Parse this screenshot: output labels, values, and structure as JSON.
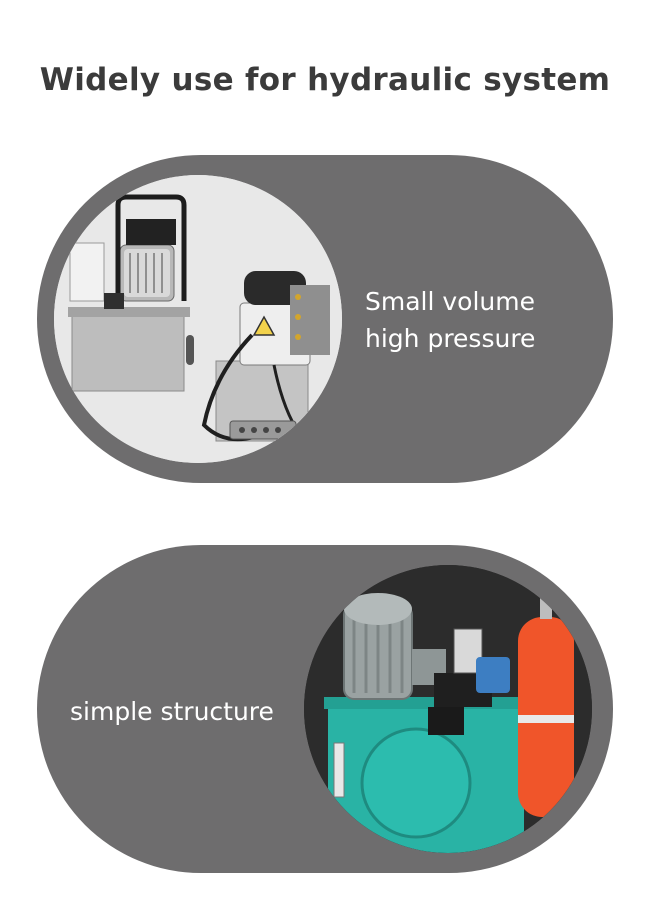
{
  "title": "Widely use for hydraulic system",
  "features": [
    {
      "lines": [
        "Small volume",
        "high pressure"
      ],
      "image": "electric-hydraulic-pump-units"
    },
    {
      "lines": [
        "simple structure"
      ],
      "image": "hydraulic-power-unit-with-accumulator"
    }
  ],
  "colors": {
    "pill": "#6e6d6e",
    "title": "#3b3b3b",
    "caption": "#ffffff",
    "tank_teal": "#29b3a5",
    "accumulator_orange": "#f0552a"
  }
}
